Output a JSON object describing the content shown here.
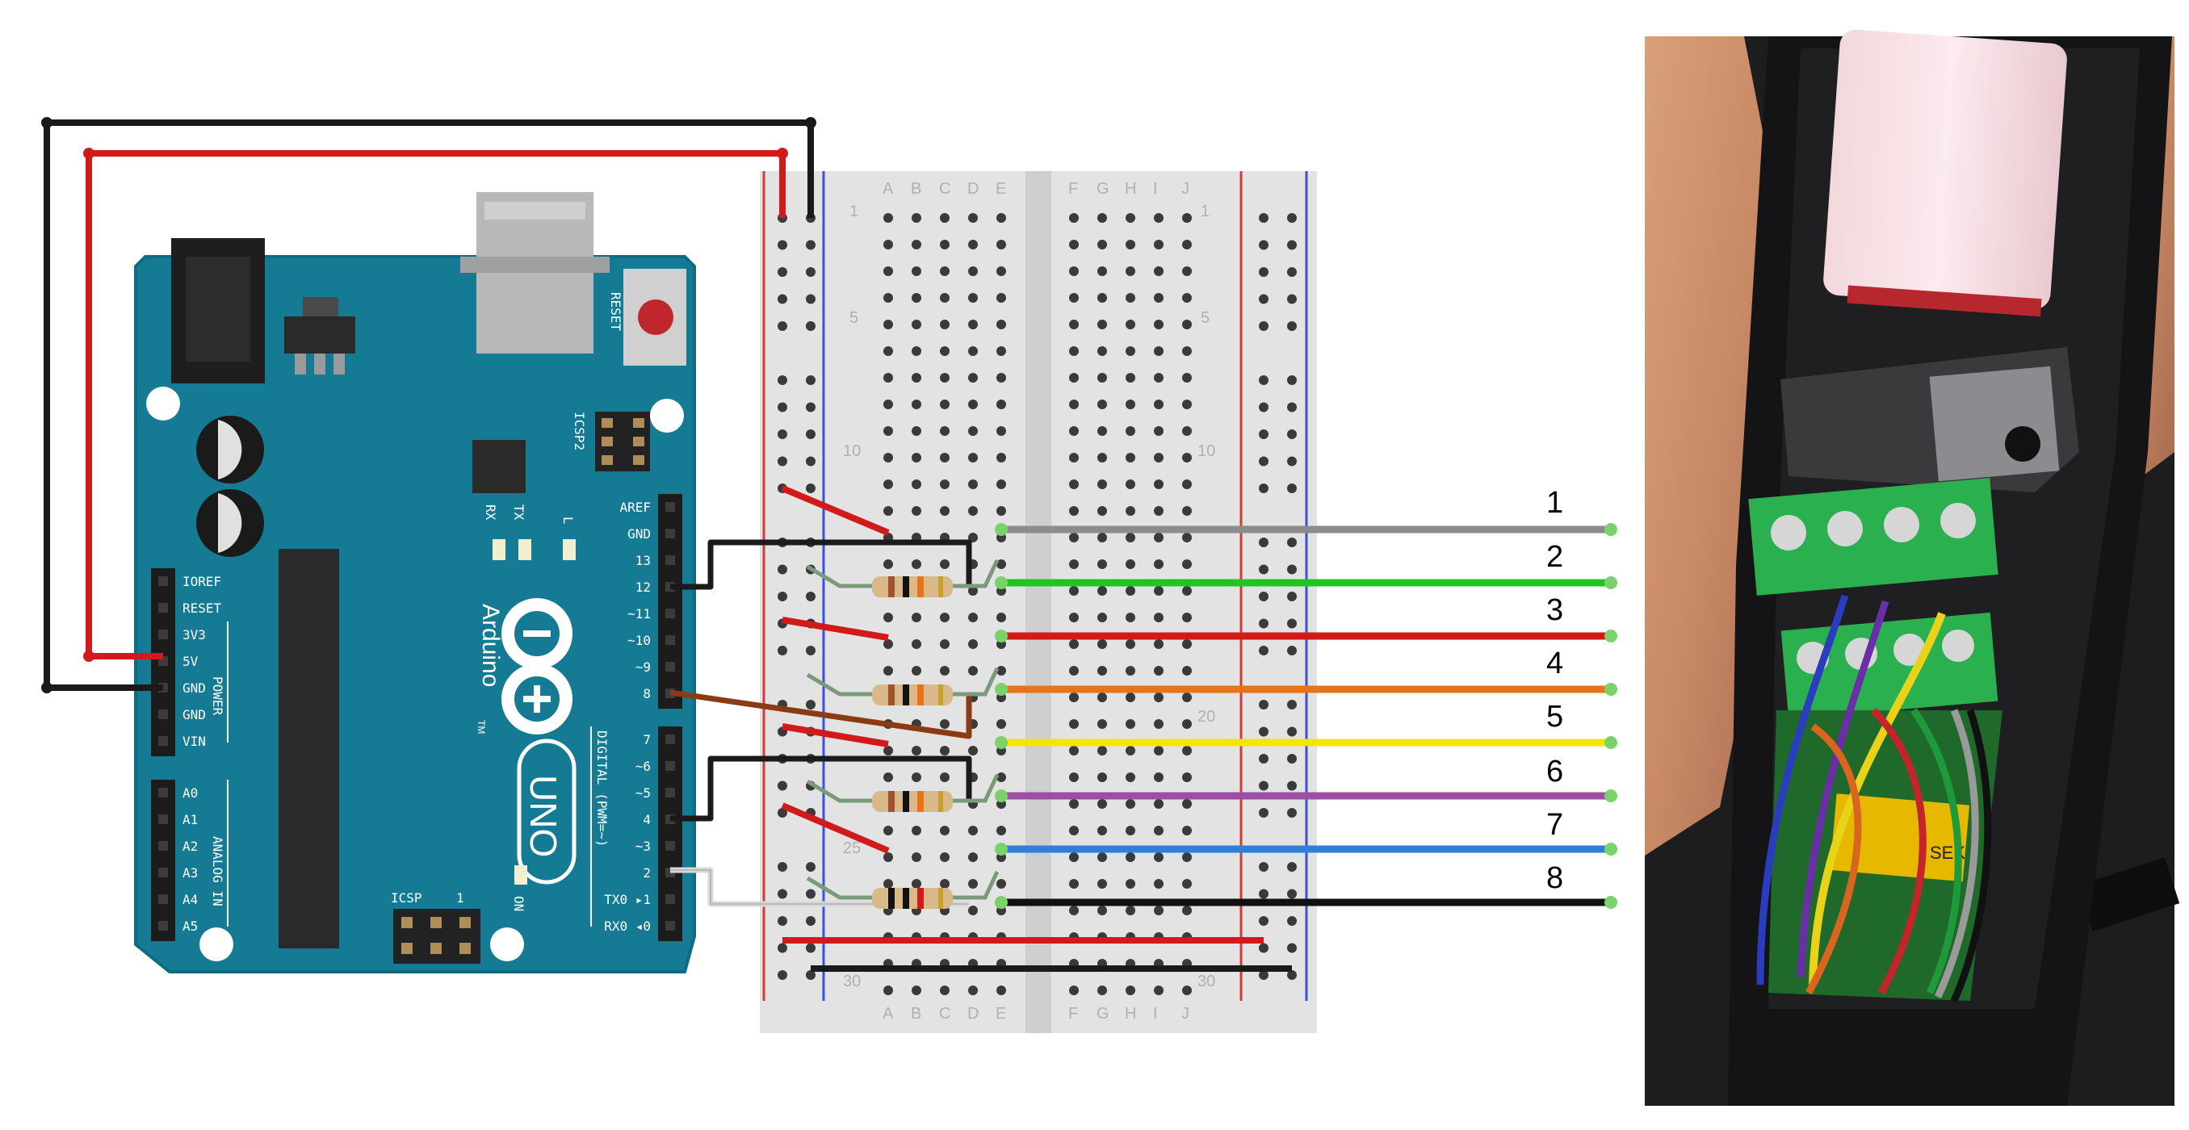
{
  "arduino": {
    "reset_label": "RESET",
    "icsp2_label": "ICSP2",
    "icsp_label": "ICSP",
    "icsp_pin1": "1",
    "rx_label": "RX",
    "tx_label": "TX",
    "l_label": "L",
    "on_label": "ON",
    "brand_name": "Arduino",
    "trademark": "TM",
    "model_name": "UNO",
    "digital_label": "DIGITAL (PWM=~)",
    "power_label": "POWER",
    "analog_label": "ANALOG IN",
    "power_pins": [
      "IOREF",
      "RESET",
      "3V3",
      "5V",
      "GND",
      "GND",
      "VIN"
    ],
    "analog_pins": [
      "A0",
      "A1",
      "A2",
      "A3",
      "A4",
      "A5"
    ],
    "digital_pins_upper": [
      "AREF",
      "GND",
      "13",
      "12",
      "~11",
      "~10",
      "~9",
      "8"
    ],
    "digital_pins_lower": [
      "7",
      "~6",
      "~5",
      "4",
      "~3",
      "2",
      "TX0 ▸1",
      "RX0 ◂0"
    ]
  },
  "breadboard": {
    "column_letters_left": [
      "A",
      "B",
      "C",
      "D",
      "E"
    ],
    "column_letters_right": [
      "F",
      "G",
      "H",
      "I",
      "J"
    ],
    "row_numbers": [
      "1",
      "5",
      "10",
      "20",
      "25",
      "30"
    ]
  },
  "wire_numbers": [
    "1",
    "2",
    "3",
    "4",
    "5",
    "6",
    "7",
    "8"
  ],
  "wire_colors": [
    "#8c8c8c",
    "#22c422",
    "#d11a1a",
    "#e8741a",
    "#f2e600",
    "#9a4fa0",
    "#2f7fd8",
    "#111111"
  ],
  "colors": {
    "board_blue": "#157a93",
    "board_edge": "#0f6b82",
    "breadboard": "#e3e3e3",
    "rail_red": "#d33a3a",
    "rail_blue": "#3a50d8",
    "wire_red": "#d11a1a",
    "wire_black": "#1a1a1a"
  },
  "photo": {
    "subject": "connector-housing-photo",
    "terminal_label": "SEK"
  }
}
